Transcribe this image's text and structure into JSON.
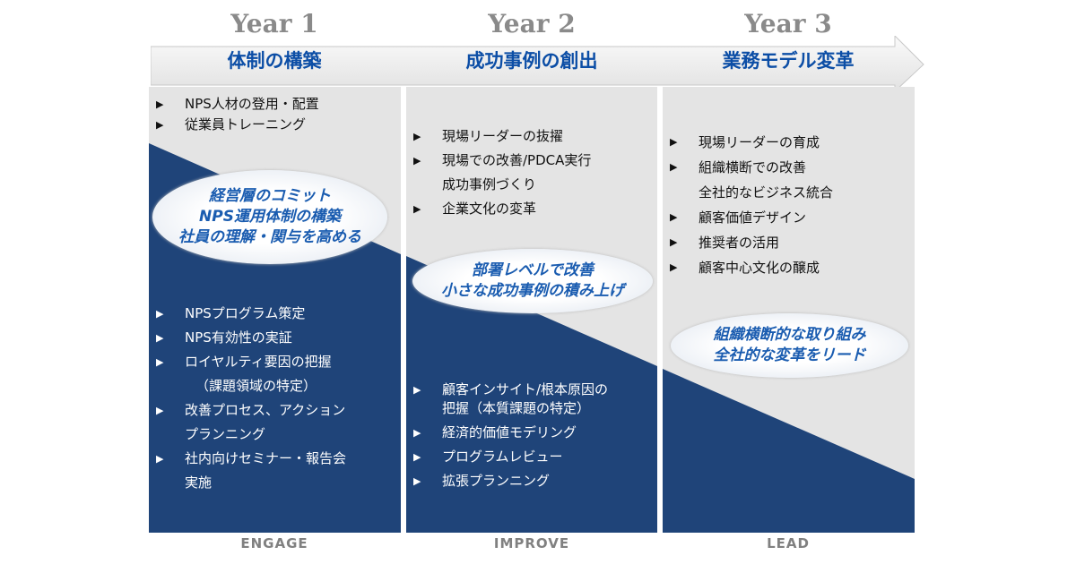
{
  "columns": [
    {
      "year": "Year 1",
      "phase": "体制の構築",
      "footer": "ENGAGE",
      "top_items": [
        "NPS人材の登用・配置",
        "従業員トレーニング"
      ],
      "bubble": [
        "経営層のコミット",
        "NPS運用体制の構築",
        "社員の理解・関与を高める"
      ],
      "bottom_items": [
        "NPSプログラム策定",
        "NPS有効性の実証",
        "ロイヤルティ要因の把握",
        "（課題領域の特定）",
        "改善プロセス、アクション",
        "プランニング",
        "社内向けセミナー・報告会",
        "実施"
      ]
    },
    {
      "year": "Year 2",
      "phase": "成功事例の創出",
      "footer": "IMPROVE",
      "top_items": [
        "現場リーダーの抜擢",
        "現場での改善/PDCA実行",
        "成功事例づくり",
        "企業文化の変革"
      ],
      "bubble": [
        "部署レベルで改善",
        "小さな成功事例の積み上げ"
      ],
      "bottom_items": [
        "顧客インサイト/根本原因の",
        "把握（本質課題の特定）",
        "経済的価値モデリング",
        "プログラムレビュー",
        "拡張プランニング"
      ]
    },
    {
      "year": "Year 3",
      "phase": "業務モデル変革",
      "footer": "LEAD",
      "top_items": [
        "現場リーダーの育成",
        "組織横断での改善",
        "全社的なビジネス統合",
        "顧客価値デザイン",
        "推奨者の活用",
        "顧客中心文化の醸成"
      ],
      "bubble": [
        "組織横断的な取り組み",
        "全社的な変革をリード"
      ]
    }
  ],
  "bullet": "▶",
  "colors": {
    "navy": "#1f4479",
    "gray": "#e4e4e4",
    "accent": "#0c4ea6"
  }
}
